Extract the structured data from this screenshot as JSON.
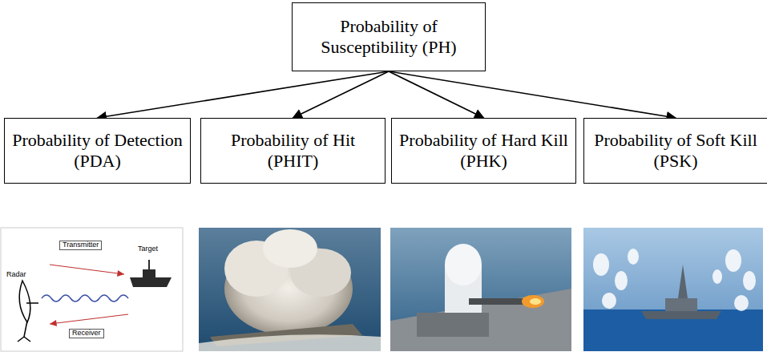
{
  "diagram": {
    "nodes": [
      {
        "text": [
          "Probability of Susceptibility (PH)"
        ]
      },
      {
        "text": [
          "Probability of Detection (PDA)"
        ]
      },
      {
        "text": [
          "Probability of Hit (PHIT)"
        ]
      },
      {
        "text": [
          "Probability of Hard Kill (PHK)"
        ]
      },
      {
        "text": [
          "Probability of Soft Kill (PSK)"
        ]
      }
    ],
    "edges": [
      {
        "from": 0,
        "to": 1,
        "arrow": "to"
      },
      {
        "from": 0,
        "to": 2,
        "arrow": "to"
      },
      {
        "from": 0,
        "to": 3,
        "arrow": "to"
      },
      {
        "from": 0,
        "to": 4,
        "arrow": "to"
      }
    ],
    "labels": [
      "Transmitter",
      "Radar",
      "Target",
      "Receiver"
    ]
  }
}
